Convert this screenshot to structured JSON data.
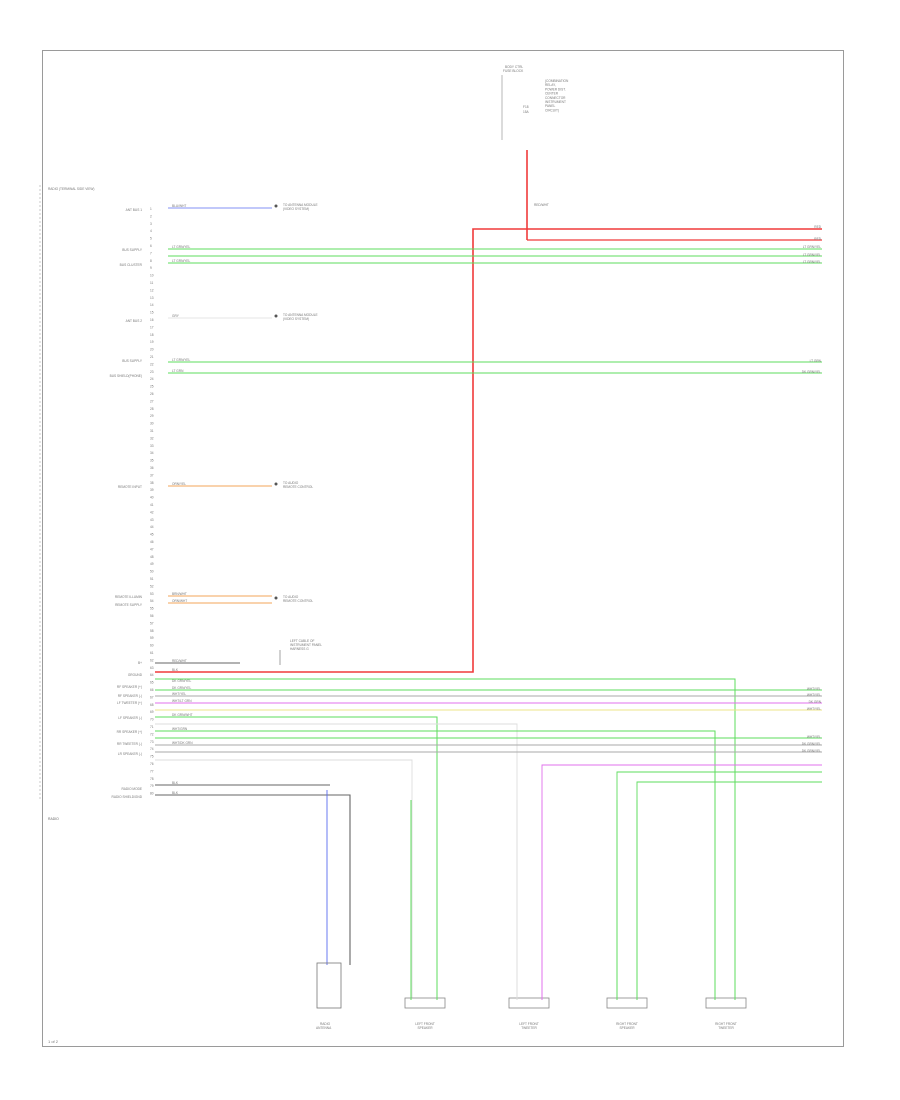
{
  "page": {
    "corner_label": "1 of 2"
  },
  "colors": {
    "red": "#f03a3a",
    "green": "#5edc5e",
    "blue": "#5a6cf0",
    "orange": "#f3a45a",
    "pink": "#e070ec",
    "yellow": "#ece488",
    "dark": "#666666",
    "gray": "#aaaaaa"
  },
  "module": {
    "name": "RADIO",
    "header": "RADIO (TERMINAL SIDE VIEW)",
    "pin_labels": [
      "ANT BUS 1",
      "BUS SUPPLY",
      "BUS CLUSTER",
      "ANT BUS 2",
      "BUS SUPPLY",
      "BUS SHIELD(PHONE)",
      "REMOTE INPUT",
      "REMOTE ILLUMIN",
      "REMOTE SUPPLY",
      "B+",
      "GROUND",
      "RF SPEAKER (+)",
      "RF SPEAKER (-)",
      "LF TWEETER (+)",
      "LF SPEAKER (-)",
      "RR SPEAKER (+)",
      "RR TWEETER (-)",
      "LR SPEAKER (-)",
      "RADIO MODE",
      "RADIO SHIELD/GND"
    ],
    "wire_labels": [
      "BLU/WHT",
      "LT GRN/YEL",
      "LT GRN/YEL",
      "GRY",
      "LT GRN/YEL",
      "LT GRN",
      "ORN/YEL",
      "BRN/WHT",
      "ORN/WHT",
      "RED/WHT",
      "BLK",
      "DK GRN/YEL",
      "DK GRN/YEL",
      "WHT/YEL",
      "WHT/LT GRN",
      "DK GRN/WHT",
      "WHT/GRN",
      "WHT/DK GRN",
      "BLK",
      "BLK"
    ]
  },
  "connectors": {
    "fuse_box": {
      "title": "BODY CTRL\nFUSE BLOCK",
      "lines": [
        "(COMBINATION",
        "RELAY,",
        "POWER DIST.",
        "CENTER",
        "CONNECTOR",
        "INSTRUMENT",
        "PANEL",
        "CIRCUIT)"
      ],
      "fuse_id": "F18\n15A",
      "wire": "RED/WHT"
    },
    "ant1_note": "TO ANTENNA MODULE\n(VIDEO SYSTEM)",
    "ant2_note": "TO ANTENNA MODULE\n(VIDEO SYSTEM)",
    "remote1_note": "TO AUDIO\nREMOTE CONTROL",
    "remote2_note": "TO AUDIO\nREMOTE CONTROL",
    "ground_note": "LEFT CABLE OF\nINSTRUMENT PANEL\nHARNESS G",
    "antenna": "RADIO\nANTENNA",
    "speakers": [
      "LEFT FRONT\nSPEAKER",
      "LEFT FRONT\nTWEETER",
      "RIGHT FRONT\nSPEAKER",
      "RIGHT FRONT\nTWEETER"
    ]
  },
  "right_edge_labels": [
    "RED",
    "RED",
    "LT GRN/YEL",
    "LT GRN/YEL",
    "LT GRN/YEL",
    "LT GRN",
    "DK GRN/YEL",
    "WHT/YEL",
    "WHT/YEL",
    "DK GRN",
    "WHT/YEL",
    "WHT/YEL",
    "DK GRN/YEL",
    "DK GRN/YEL"
  ]
}
